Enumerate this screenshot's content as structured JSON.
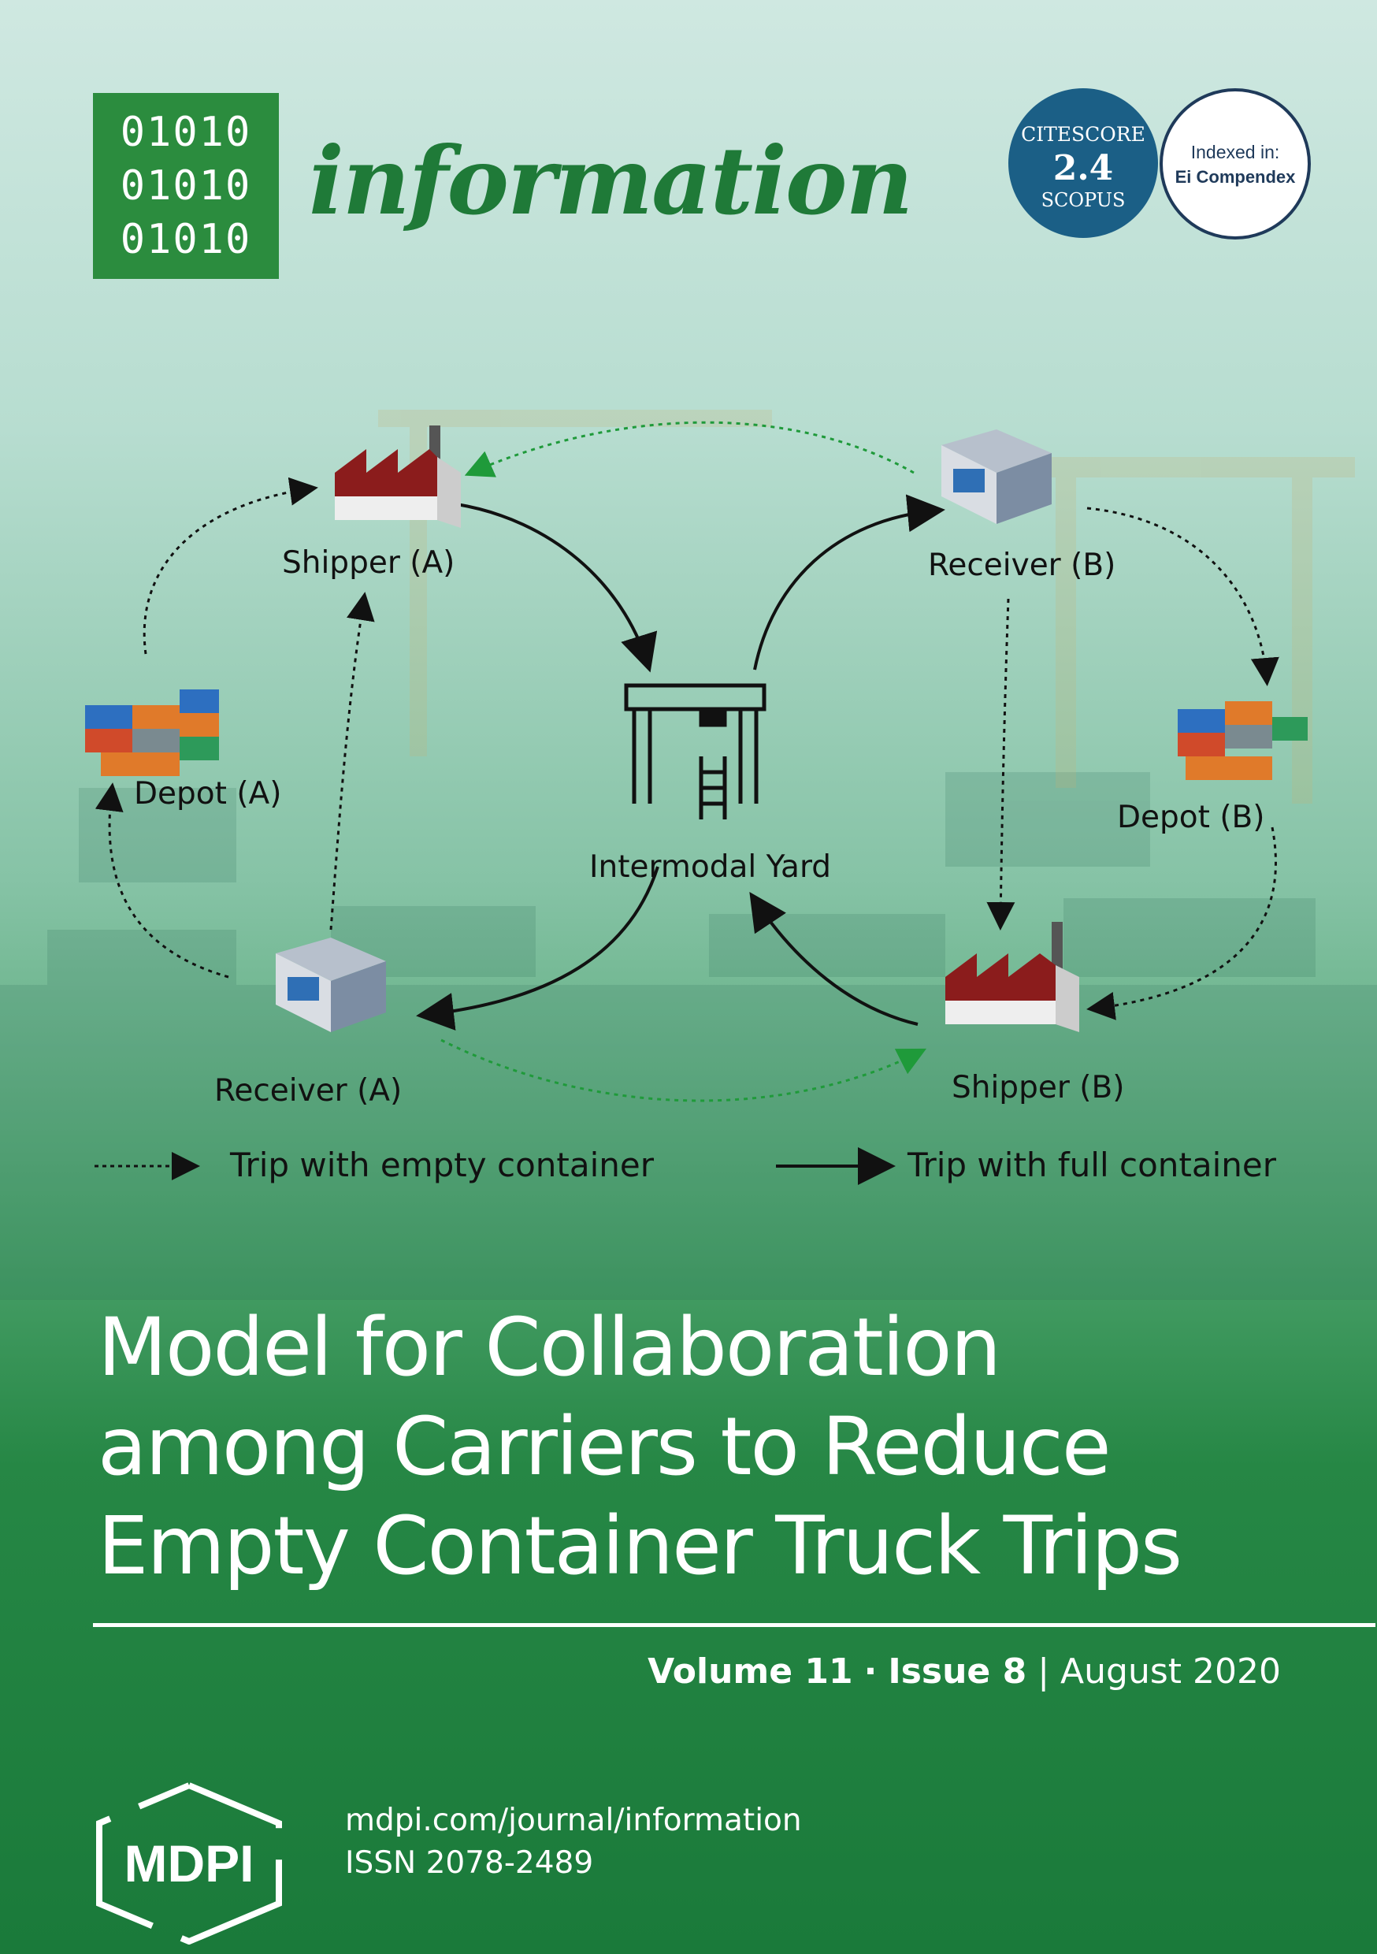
{
  "logo": {
    "binary_lines": [
      "01010",
      "01010",
      "01010"
    ]
  },
  "journal": {
    "name": "information"
  },
  "badges": {
    "citescore_label": "CITESCORE",
    "citescore_value": "2.4",
    "citescore_source": "SCOPUS",
    "index_label": "Indexed in:",
    "index_name": "Ei Compendex"
  },
  "diagram": {
    "nodes": {
      "shipper_a": "Shipper (A)",
      "receiver_b": "Receiver (B)",
      "depot_a": "Depot (A)",
      "depot_b": "Depot (B)",
      "yard": "Intermodal Yard",
      "receiver_a": "Receiver (A)",
      "shipper_b": "Shipper (B)"
    },
    "legend": {
      "empty": "Trip with empty container",
      "full": "Trip with full container"
    }
  },
  "article": {
    "title_line1": "Model for Collaboration",
    "title_line2": "among Carriers to Reduce",
    "title_line3": "Empty Container Truck Trips"
  },
  "issue": {
    "volume": "Volume 11",
    "separator": "·",
    "issue_no": "Issue 8",
    "divider": "|",
    "date": "August 2020"
  },
  "publisher": {
    "name": "MDPI",
    "url": "mdpi.com/journal/information",
    "issn": "ISSN 2078-2489"
  },
  "colors": {
    "top_tint": "#c7e4dc",
    "bottom_green": "#1e7f3e",
    "journal_green": "#1f7a38",
    "citescore_blue": "#1b5f86"
  }
}
